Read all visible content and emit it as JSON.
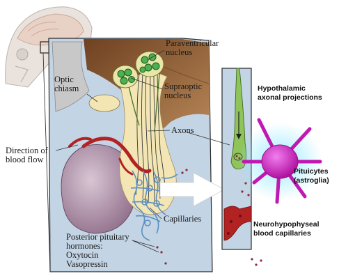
{
  "labels": {
    "paraventricular": [
      "Paraventricular",
      "nucleus"
    ],
    "optic_chiasm": [
      "Optic",
      "chiasm"
    ],
    "supraoptic": [
      "Supraoptic",
      "nucleus"
    ],
    "axons": "Axons",
    "direction_blood_flow": [
      "Direction of",
      "blood flow"
    ],
    "capillaries": "Capillaries",
    "posterior_hormones": [
      "Posterior pituitary",
      "hormones:",
      "Oxytocin",
      "Vasopressin"
    ],
    "hypothalamic_projections": [
      "Hypothalamic",
      "axonal projections"
    ],
    "pituicytes": [
      "Pituicytes",
      "(astroglia)"
    ],
    "neurohypophyseal": [
      "Neurohypophyseal",
      "blood capillaries"
    ]
  },
  "colors": {
    "panel_bg": "#c3d4e4",
    "panel_border": "#2a2a2a",
    "hypothalamus": "#8c5a32",
    "pituitary_anterior": "#a88aa4",
    "pituitary_posterior": "#f3e6b4",
    "nucleus_green": "#4caf50",
    "artery_red": "#b22222",
    "capillary_blue": "#5c8fc0",
    "pituicyte_magenta": "#d61ec9",
    "projection_green": "#8fc45a"
  }
}
